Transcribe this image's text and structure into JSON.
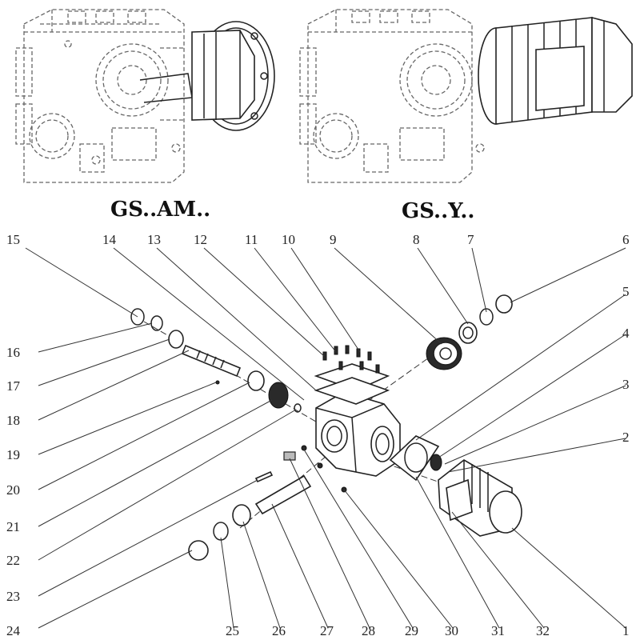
{
  "variants": [
    {
      "id": "am",
      "label": "GS..AM.."
    },
    {
      "id": "y",
      "label": "GS..Y.."
    }
  ],
  "callouts": [
    "1",
    "2",
    "3",
    "4",
    "5",
    "6",
    "7",
    "8",
    "9",
    "10",
    "11",
    "12",
    "13",
    "14",
    "15",
    "16",
    "17",
    "18",
    "19",
    "20",
    "21",
    "22",
    "23",
    "24",
    "25",
    "26",
    "27",
    "28",
    "29",
    "30",
    "31",
    "32"
  ]
}
